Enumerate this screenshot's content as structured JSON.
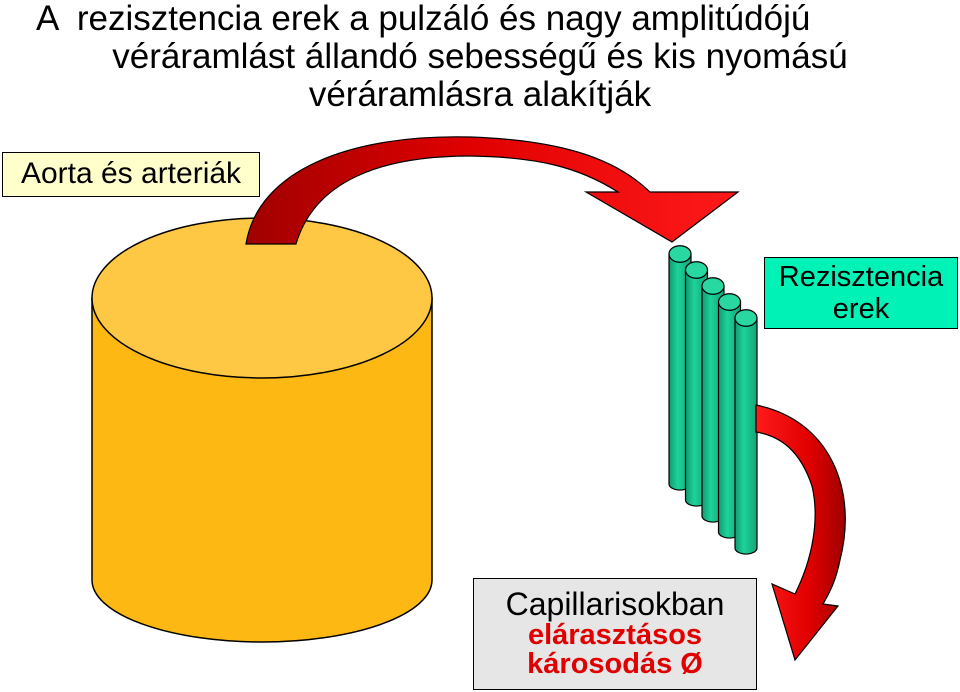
{
  "title": {
    "line1": "A  rezisztencia erek a pulzáló és nagy amplitúdójú",
    "line2": "véráramlást állandó sebességű és kis nyomású",
    "line3": "véráramlásra alakítják"
  },
  "labels": {
    "aorta": "Aorta és arteriák",
    "resistance_line1": "Rezisztencia",
    "resistance_line2": "erek",
    "capillary_line1": "Capillarisokban",
    "capillary_line2": "elárasztásos",
    "capillary_line3": "károsodás Ø"
  },
  "colors": {
    "cylinder_body": "#fdb813",
    "cylinder_top": "#ffc844",
    "tube": "#14c08c",
    "tube_top": "#28d8a0",
    "arrow": "#ff0000",
    "arrow_dark": "#a00000",
    "aorta_box": "#ffffcc",
    "resistance_box": "#00f2b6",
    "capillary_box": "#e6e6e6",
    "warning_text": "#e00000"
  },
  "tubes": {
    "count": 5
  }
}
